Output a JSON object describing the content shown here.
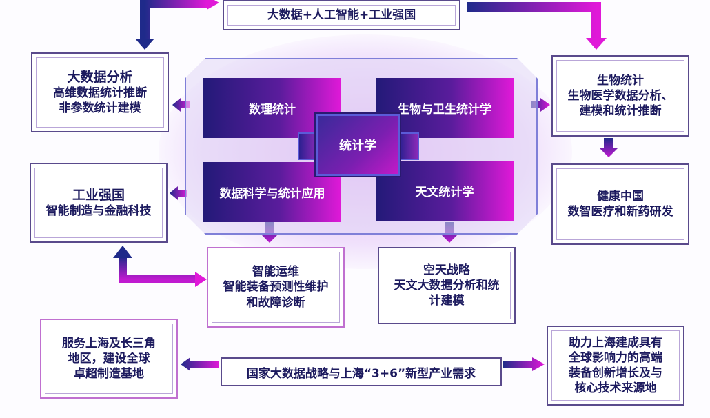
{
  "top_banner": "大数据+人工智能+工业强国",
  "core": {
    "center": "统计学",
    "panels": [
      "数理统计",
      "生物与卫生统计学",
      "数据科学与统计应用",
      "天文统计学"
    ]
  },
  "left_boxes": [
    {
      "title": "大数据分析",
      "lines": [
        "高维数据统计推断",
        "非参数统计建模"
      ]
    },
    {
      "title": "工业强国",
      "lines": [
        "智能制造与金融科技"
      ]
    }
  ],
  "right_boxes": [
    {
      "title": "生物统计",
      "lines": [
        "生物医学数据分析、",
        "建模和统计推断"
      ]
    },
    {
      "title": "健康中国",
      "lines": [
        "数智医疗和新药研发"
      ]
    }
  ],
  "lower_boxes": [
    {
      "title": "智能运维",
      "lines": [
        "智能装备预测性维护",
        "和故障诊断"
      ]
    },
    {
      "title": "空天战略",
      "lines": [
        "天文大数据分析和统",
        "计建模"
      ]
    }
  ],
  "bottom": {
    "left": [
      "服务上海及长三角",
      "地区，建设全球",
      "卓超制造基地"
    ],
    "center": "国家大数据战略与上海“3+6”新型产业需求",
    "right": [
      "助力上海建成具有",
      "全球影响力的高端",
      "装备创新增长及与",
      "核心技术来源地"
    ]
  },
  "colors": {
    "navy": "#231a78",
    "magenta": "#e019d8",
    "text": "#1c1a5e"
  }
}
